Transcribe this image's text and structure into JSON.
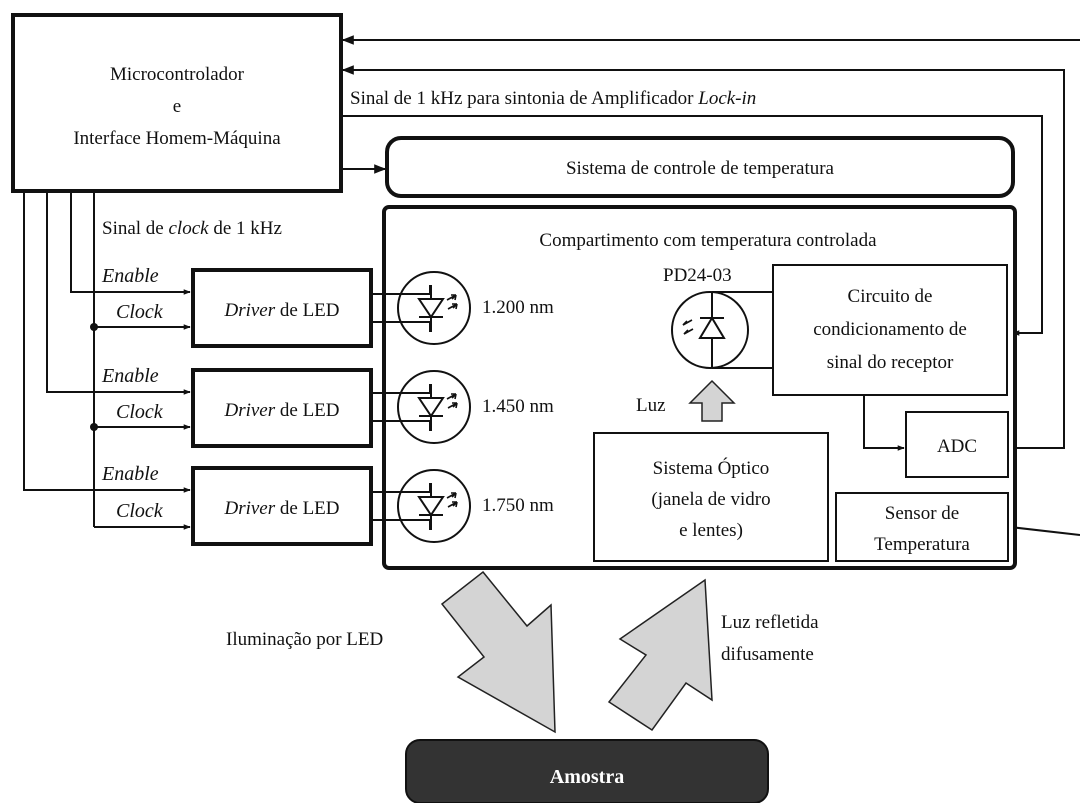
{
  "diagram": {
    "micro": {
      "line1": "Microcontrolador",
      "line2": "e",
      "line3": "Interface Homem-Máquina"
    },
    "lockin_signal": {
      "text": "Sinal de 1 kHz para sintonia de Amplificador ",
      "italic": "Lock-in"
    },
    "temp_control": "Sistema de controle de temperatura",
    "clock_signal": {
      "prefix": "Sinal de ",
      "italic": "clock",
      "suffix": " de 1 kHz"
    },
    "compartment_title": "Compartimento com temperatura controlada",
    "enable_label": "Enable",
    "clock_label": "Clock",
    "driver": {
      "italic": "Driver",
      "suffix": " de LED"
    },
    "leds": [
      {
        "wavelength": "1.200 nm"
      },
      {
        "wavelength": "1.450 nm"
      },
      {
        "wavelength": "1.750 nm"
      }
    ],
    "photodiode": "PD24-03",
    "circuit": {
      "line1": "Circuito de",
      "line2": "condicionamento de",
      "line3": "sinal do receptor"
    },
    "adc": "ADC",
    "sensor": {
      "line1": "Sensor de",
      "line2": "Temperatura"
    },
    "light": "Luz",
    "optical": {
      "line1": "Sistema Óptico",
      "line2": "(janela de vidro",
      "line3": "e lentes)"
    },
    "illumination": "Iluminação por LED",
    "reflected": {
      "line1": "Luz refletida",
      "line2": "difusamente"
    },
    "sample": "Amostra",
    "colors": {
      "ink": "#111111",
      "arrow_fill": "#d4d4d4",
      "sample_fill": "#333333",
      "sample_text": "#ffffff"
    }
  }
}
